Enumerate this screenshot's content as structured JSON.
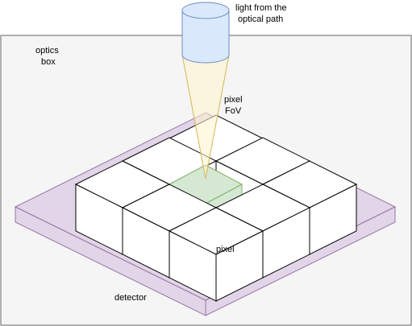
{
  "labels": {
    "light_line1": "light from the",
    "light_line2": "optical path",
    "box_line1": "optics",
    "box_line2": "box",
    "fov_line1": "pixel",
    "fov_line2": "FoV",
    "pixel": "pixel",
    "detector": "detector"
  },
  "colors": {
    "box_fill": "#f5f5f5",
    "box_stroke": "#666666",
    "cylinder_fill": "#dae8fc",
    "cylinder_stroke": "#6c8ebf",
    "cone_fill": "#fff2cc",
    "cone_stroke": "#d6b656",
    "detector_fill": "#e1d5e7",
    "detector_stroke": "#9673a6",
    "fov_fill": "#d5e8d4",
    "fov_stroke": "#82b366",
    "cube_stroke": "#000000"
  }
}
